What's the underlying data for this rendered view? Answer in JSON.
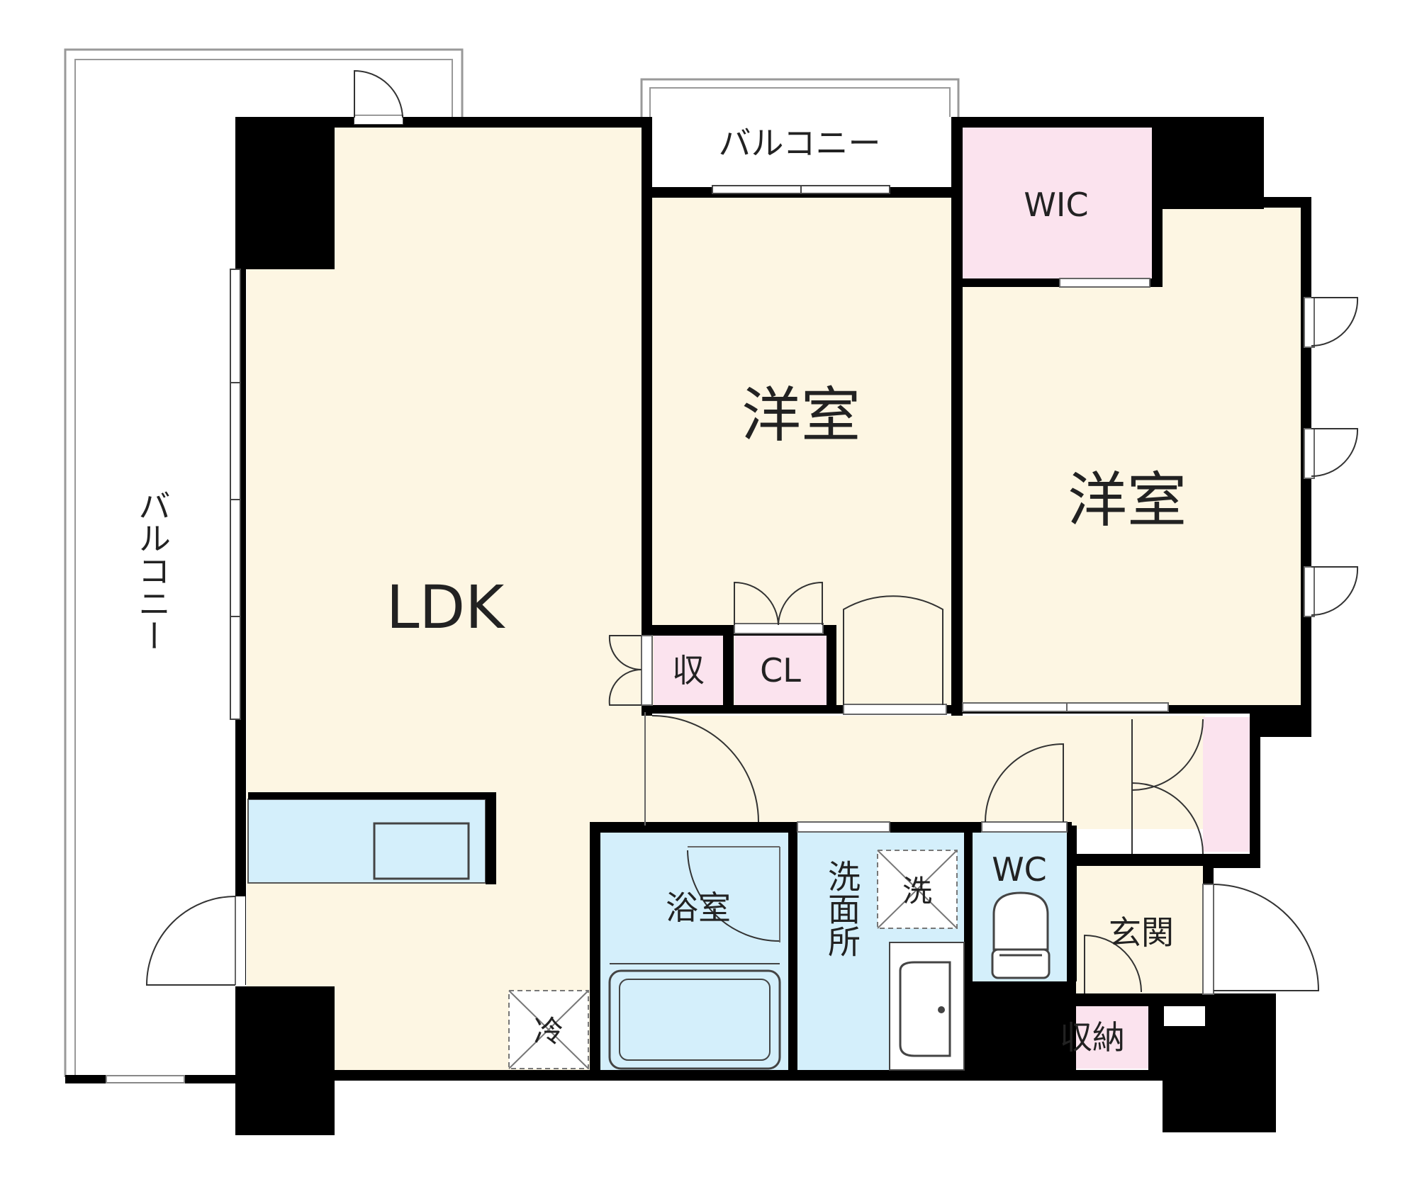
{
  "rooms": {
    "ldk": "LDK",
    "bedroom_1": "洋室",
    "bedroom_2": "洋室",
    "walk_in_closet": "WIC",
    "storage_small": "収",
    "closet": "CL",
    "bathroom": "浴室",
    "washroom": "洗面所",
    "toilet": "WC",
    "entrance": "玄関",
    "shoe_storage": "収納"
  },
  "balconies": {
    "north": "バルコニー",
    "west": "バルコニー"
  },
  "fixtures": {
    "fridge_mark": "冷",
    "washer_mark": "洗"
  },
  "colors": {
    "wall": "#000000",
    "room_floor": "#fdf6e3",
    "storage": "#fbe3ee",
    "wet_area": "#d4effb",
    "balcony": "#ffffff",
    "outline": "#999999"
  }
}
